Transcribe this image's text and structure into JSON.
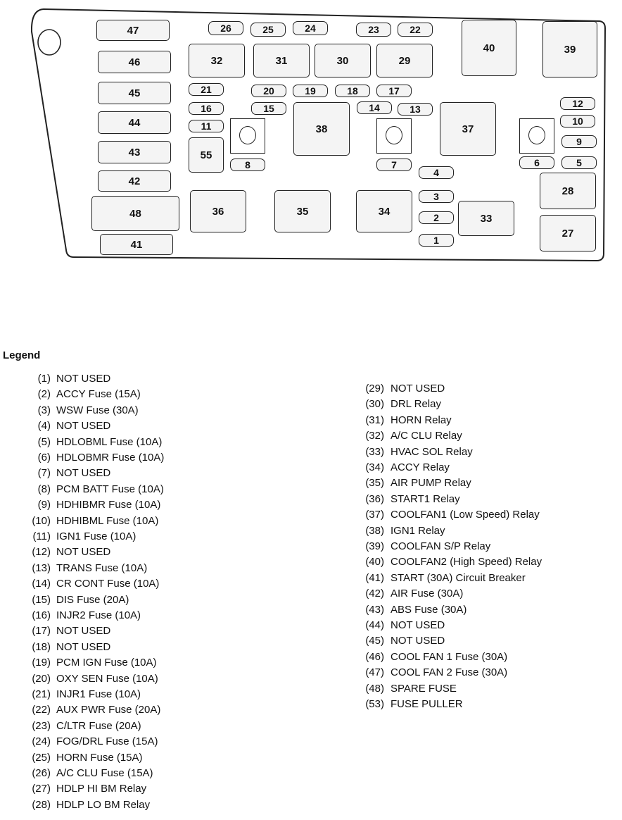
{
  "diagram": {
    "boxes": [
      {
        "label": "47"
      },
      {
        "label": "46"
      },
      {
        "label": "45"
      },
      {
        "label": "44"
      },
      {
        "label": "43"
      },
      {
        "label": "42"
      },
      {
        "label": "48"
      },
      {
        "label": "41"
      },
      {
        "label": "26"
      },
      {
        "label": "25"
      },
      {
        "label": "24"
      },
      {
        "label": "23"
      },
      {
        "label": "22"
      },
      {
        "label": "32"
      },
      {
        "label": "31"
      },
      {
        "label": "30"
      },
      {
        "label": "29"
      },
      {
        "label": "40"
      },
      {
        "label": "39"
      },
      {
        "label": "21"
      },
      {
        "label": "20"
      },
      {
        "label": "19"
      },
      {
        "label": "18"
      },
      {
        "label": "17"
      },
      {
        "label": "16"
      },
      {
        "label": "15"
      },
      {
        "label": "11"
      },
      {
        "label": "14"
      },
      {
        "label": "13"
      },
      {
        "label": "38"
      },
      {
        "label": "37"
      },
      {
        "label": "12"
      },
      {
        "label": "10"
      },
      {
        "label": "9"
      },
      {
        "label": "5"
      },
      {
        "label": "6"
      },
      {
        "label": "7"
      },
      {
        "label": "8"
      },
      {
        "label": "55"
      },
      {
        "label": "4"
      },
      {
        "label": "3"
      },
      {
        "label": "2"
      },
      {
        "label": "1"
      },
      {
        "label": "36"
      },
      {
        "label": "35"
      },
      {
        "label": "34"
      },
      {
        "label": "33"
      },
      {
        "label": "28"
      },
      {
        "label": "27"
      }
    ]
  },
  "legend": {
    "title": "Legend",
    "left": [
      {
        "num": "(1)",
        "text": "NOT USED"
      },
      {
        "num": "(2)",
        "text": "ACCY Fuse (15A)"
      },
      {
        "num": "(3)",
        "text": "WSW Fuse (30A)"
      },
      {
        "num": "(4)",
        "text": "NOT USED"
      },
      {
        "num": "(5)",
        "text": "HDLOBML Fuse (10A)"
      },
      {
        "num": "(6)",
        "text": "HDLOBMR Fuse (10A)"
      },
      {
        "num": "(7)",
        "text": "NOT USED"
      },
      {
        "num": "(8)",
        "text": "PCM BATT Fuse (10A)"
      },
      {
        "num": "(9)",
        "text": "HDHIBMR Fuse (10A)"
      },
      {
        "num": "(10)",
        "text": "HDHIBML Fuse (10A)"
      },
      {
        "num": "(11)",
        "text": "IGN1 Fuse (10A)"
      },
      {
        "num": "(12)",
        "text": "NOT USED"
      },
      {
        "num": "(13)",
        "text": "TRANS Fuse (10A)"
      },
      {
        "num": "(14)",
        "text": "CR CONT Fuse (10A)"
      },
      {
        "num": "(15)",
        "text": "DIS Fuse (20A)"
      },
      {
        "num": "(16)",
        "text": "INJR2 Fuse (10A)"
      },
      {
        "num": "(17)",
        "text": "NOT USED"
      },
      {
        "num": "(18)",
        "text": "NOT USED"
      },
      {
        "num": "(19)",
        "text": "PCM IGN Fuse (10A)"
      },
      {
        "num": "(20)",
        "text": "OXY SEN Fuse (10A)"
      },
      {
        "num": "(21)",
        "text": "INJR1 Fuse (10A)"
      },
      {
        "num": "(22)",
        "text": "AUX PWR Fuse (20A)"
      },
      {
        "num": "(23)",
        "text": "C/LTR Fuse (20A)"
      },
      {
        "num": "(24)",
        "text": "FOG/DRL Fuse (15A)"
      },
      {
        "num": "(25)",
        "text": "HORN Fuse (15A)"
      },
      {
        "num": "(26)",
        "text": "A/C CLU Fuse (15A)"
      },
      {
        "num": "(27)",
        "text": "HDLP HI BM Relay"
      },
      {
        "num": "(28)",
        "text": "HDLP LO BM Relay"
      }
    ],
    "right": [
      {
        "num": "(29)",
        "text": "NOT USED"
      },
      {
        "num": "(30)",
        "text": "DRL Relay"
      },
      {
        "num": "(31)",
        "text": "HORN Relay"
      },
      {
        "num": "(32)",
        "text": "A/C CLU Relay"
      },
      {
        "num": "(33)",
        "text": "HVAC SOL Relay"
      },
      {
        "num": "(34)",
        "text": "ACCY Relay"
      },
      {
        "num": "(35)",
        "text": "AIR PUMP Relay"
      },
      {
        "num": "(36)",
        "text": "START1 Relay"
      },
      {
        "num": "(37)",
        "text": "COOLFAN1 (Low Speed) Relay"
      },
      {
        "num": "(38)",
        "text": "IGN1 Relay"
      },
      {
        "num": "(39)",
        "text": "COOLFAN S/P Relay"
      },
      {
        "num": "(40)",
        "text": "COOLFAN2 (High Speed) Relay"
      },
      {
        "num": "(41)",
        "text": "START (30A) Circuit Breaker"
      },
      {
        "num": "(42)",
        "text": "AIR Fuse (30A)"
      },
      {
        "num": "(43)",
        "text": "ABS Fuse (30A)"
      },
      {
        "num": "(44)",
        "text": "NOT USED"
      },
      {
        "num": "(45)",
        "text": "NOT USED"
      },
      {
        "num": "(46)",
        "text": "COOL FAN 1 Fuse (30A)"
      },
      {
        "num": "(47)",
        "text": "COOL FAN 2 Fuse (30A)"
      },
      {
        "num": "(48)",
        "text": "SPARE FUSE"
      },
      {
        "num": "(53)",
        "text": "FUSE PULLER"
      }
    ]
  }
}
